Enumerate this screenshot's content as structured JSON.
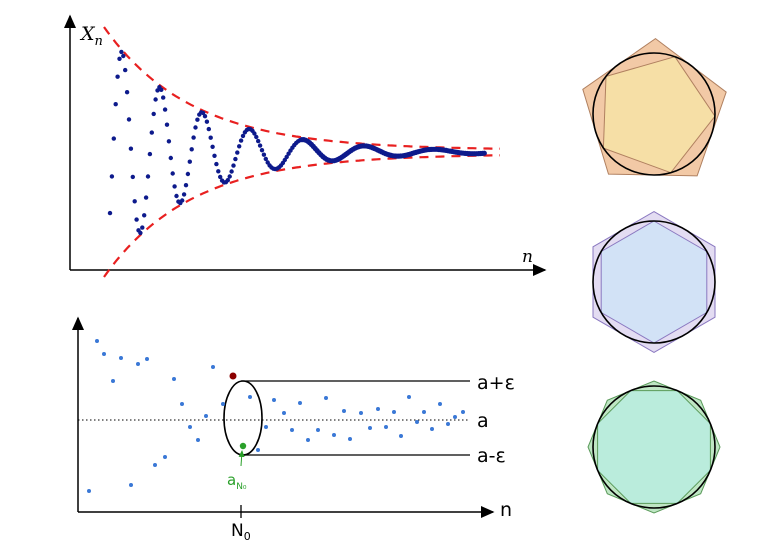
{
  "top_plot": {
    "y_label_main": "X",
    "y_label_sub": "n",
    "x_label": "n",
    "colors": {
      "points": "#0d1a8c",
      "envelope": "#e82020",
      "axis": "#000000"
    }
  },
  "bottom_plot": {
    "upper_label": "a+ε",
    "mid_label": "a",
    "lower_label": "a-ε",
    "x_label": "n",
    "tick_main": "N",
    "tick_sub": "0",
    "point_main": "a",
    "point_sub": "N₀",
    "colors": {
      "points": "#3a78d6",
      "special_top": "#8b0000",
      "special_green": "#2aa02a"
    }
  },
  "polygons": [
    {
      "name": "pentagon",
      "sides": 5,
      "outer_fill": "#f2c9a6",
      "inner_fill": "#f7e3a6",
      "stroke": "#b08060"
    },
    {
      "name": "hexagon",
      "sides": 6,
      "outer_fill": "#e3dcf2",
      "inner_fill": "#cfe3f7",
      "stroke": "#8a78c0"
    },
    {
      "name": "octagon",
      "sides": 8,
      "outer_fill": "#bfe6c4",
      "inner_fill": "#b8ece0",
      "stroke": "#5a9a5a"
    }
  ]
}
